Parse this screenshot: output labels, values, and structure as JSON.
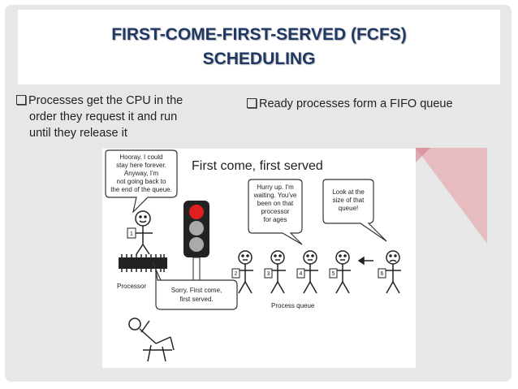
{
  "title": {
    "line1": "FIRST-COME-FIRST-SERVED (FCFS)",
    "line2": "SCHEDULING"
  },
  "bullets": [
    {
      "line1": "Processes get the CPU in the",
      "line2": "order they request it and run",
      "line3": "until they release it"
    },
    {
      "line1": "Ready processes form a FIFO queue"
    }
  ],
  "cartoon": {
    "heading": "First come, first served",
    "bubble_left": [
      "Hooray. I could",
      "stay here forever.",
      "Anyway, I'm",
      "not going back to",
      "the end of the queue."
    ],
    "bubble_mid": [
      "Hurry up. I'm",
      "waiting. You've",
      "been on that",
      "processor",
      "for ages"
    ],
    "bubble_right": [
      "Look at the",
      "size of that",
      "queue!"
    ],
    "bubble_bottom": [
      "Sorry. First come,",
      "first served."
    ],
    "label_processor": "Processor",
    "label_queue": "Process queue",
    "numbers": [
      "1",
      "2",
      "3",
      "4",
      "5",
      "6"
    ]
  },
  "colors": {
    "title": "#1f3864",
    "red_light": "#e02020",
    "corner": "#e8a0a8"
  }
}
